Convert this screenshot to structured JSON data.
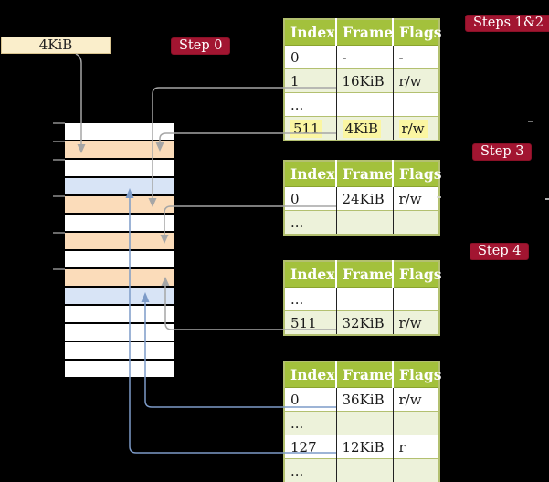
{
  "frame_box": {
    "label": "4KiB"
  },
  "badges": {
    "step0": "Step 0",
    "steps12": "Steps 1&2",
    "step3": "Step 3",
    "step4": "Step 4"
  },
  "tables": [
    {
      "step": "Steps 1&2",
      "columns": [
        "Index",
        "Frame",
        "Flags"
      ],
      "rows": [
        {
          "index": "0",
          "frame": "-",
          "flags": "-",
          "highlight": false
        },
        {
          "index": "1",
          "frame": "16KiB",
          "flags": "r/w",
          "highlight": false
        },
        {
          "index": "...",
          "frame": "",
          "flags": "",
          "highlight": false
        },
        {
          "index": "511",
          "frame": "4KiB",
          "flags": "r/w",
          "highlight": true
        }
      ]
    },
    {
      "step": "Step 3",
      "columns": [
        "Index",
        "Frame",
        "Flags"
      ],
      "rows": [
        {
          "index": "0",
          "frame": "24KiB",
          "flags": "r/w",
          "highlight": false
        },
        {
          "index": "...",
          "frame": "",
          "flags": "",
          "highlight": false
        }
      ]
    },
    {
      "step": "Step 4",
      "columns": [
        "Index",
        "Frame",
        "Flags"
      ],
      "rows": [
        {
          "index": "...",
          "frame": "",
          "flags": "",
          "highlight": false
        },
        {
          "index": "511",
          "frame": "32KiB",
          "flags": "r/w",
          "highlight": false
        }
      ]
    },
    {
      "step": "",
      "columns": [
        "Index",
        "Frame",
        "Flags"
      ],
      "rows": [
        {
          "index": "0",
          "frame": "36KiB",
          "flags": "r/w",
          "highlight": false
        },
        {
          "index": "...",
          "frame": "",
          "flags": "",
          "highlight": false
        },
        {
          "index": "127",
          "frame": "12KiB",
          "flags": "r",
          "highlight": false
        },
        {
          "index": "...",
          "frame": "",
          "flags": "",
          "highlight": false
        }
      ]
    }
  ],
  "memory_stack": {
    "frames": [
      {
        "type": "plain"
      },
      {
        "type": "table"
      },
      {
        "type": "plain"
      },
      {
        "type": "mapped"
      },
      {
        "type": "table"
      },
      {
        "type": "plain"
      },
      {
        "type": "table"
      },
      {
        "type": "plain"
      },
      {
        "type": "table"
      },
      {
        "type": "mapped"
      },
      {
        "type": "plain"
      },
      {
        "type": "plain"
      },
      {
        "type": "plain"
      },
      {
        "type": "plain"
      }
    ]
  },
  "connections": [
    {
      "from": "4KiB box",
      "to": "frame at 4KiB",
      "color": "gray"
    },
    {
      "from": "entry 1 -> 16KiB",
      "to": "frame at 16KiB",
      "color": "gray"
    },
    {
      "from": "entry 511 -> 4KiB",
      "to": "frame at 4KiB",
      "color": "gray"
    },
    {
      "from": "entry 0 -> 24KiB",
      "to": "frame at 24KiB",
      "color": "gray"
    },
    {
      "from": "entry 511 -> 32KiB",
      "to": "frame at 32KiB",
      "color": "gray"
    },
    {
      "from": "entry 0 -> 36KiB",
      "to": "frame at 36KiB",
      "color": "blue"
    },
    {
      "from": "entry 127 -> 12KiB",
      "to": "frame at 12KiB",
      "color": "blue"
    }
  ],
  "colors": {
    "badge_red": "#a21531",
    "header_green": "#a3c13c",
    "row_green": "#edf2da",
    "highlight_yellow": "#fbf6a2",
    "frame_page_table": "#fbdcba",
    "frame_mapped": "#d8e4f6",
    "label_box_cream": "#faeecb",
    "connector_gray": "#a6a6a6",
    "connector_blue": "#7d9bc8"
  }
}
